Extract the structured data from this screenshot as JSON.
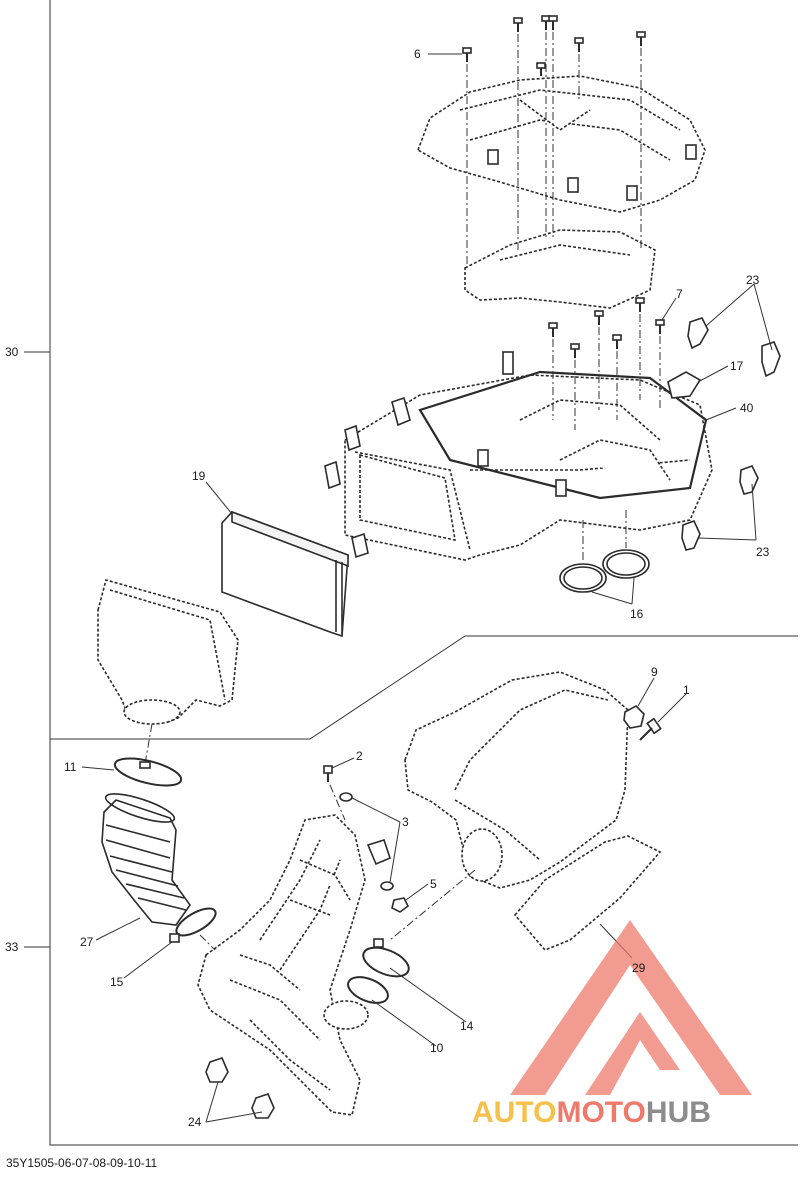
{
  "diagram": {
    "group_labels": [
      "30",
      "33"
    ],
    "callouts": [
      "6",
      "7",
      "23",
      "17",
      "40",
      "19",
      "23",
      "16",
      "9",
      "1",
      "11",
      "2",
      "3",
      "5",
      "27",
      "15",
      "14",
      "10",
      "24",
      "29"
    ],
    "reference_code": "35Y1505-06-07-08-09-10-11"
  },
  "watermark": {
    "auto": "AUTO",
    "moto": "MOTO",
    "hub": "HUB",
    "colors": {
      "auto": "#f6c14a",
      "moto": "#ee7a6c",
      "hub": "#8c8c8c",
      "logo": "#ee7a6c"
    }
  }
}
